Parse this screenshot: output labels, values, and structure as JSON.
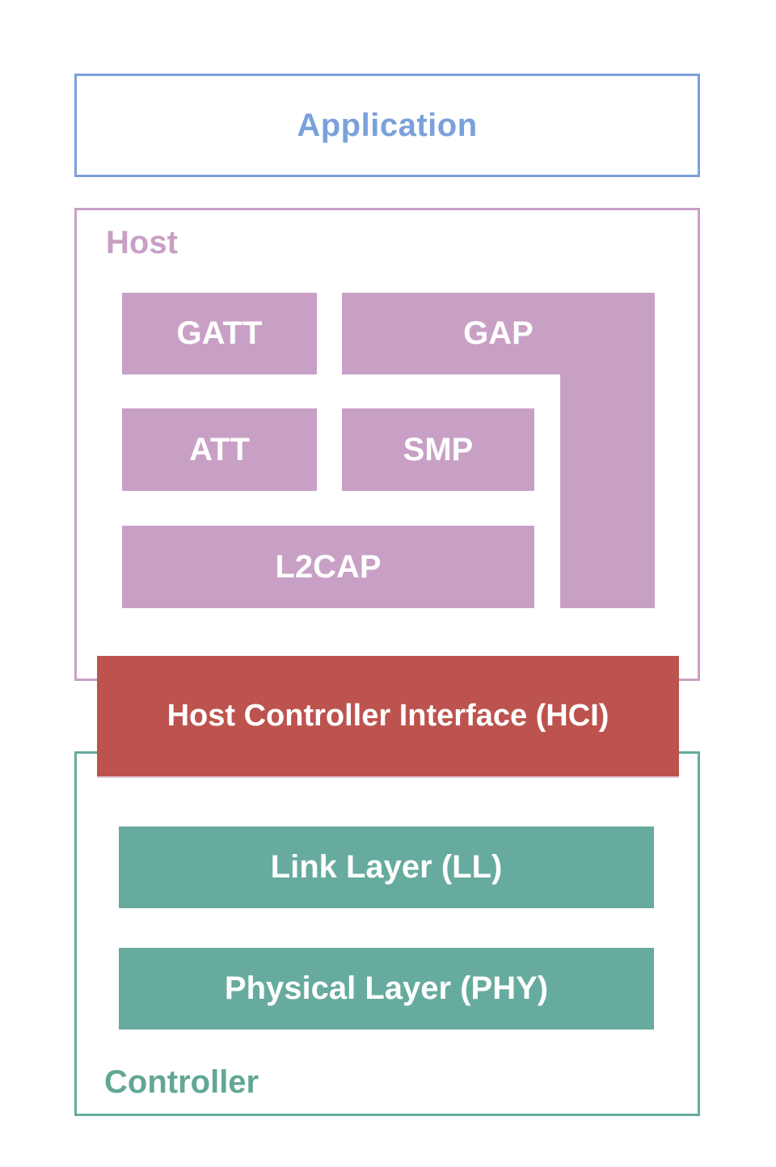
{
  "application": {
    "label": "Application"
  },
  "host": {
    "label": "Host",
    "blocks": {
      "gatt": "GATT",
      "gap": "GAP",
      "att": "ATT",
      "smp": "SMP",
      "l2cap": "L2CAP"
    }
  },
  "hci": {
    "label": "Host Controller Interface (HCI)"
  },
  "controller": {
    "label": "Controller",
    "blocks": {
      "ll": "Link Layer (LL)",
      "phy": "Physical Layer (PHY)"
    }
  },
  "colors": {
    "application_blue": "#7aa1da",
    "host_mauve": "#c9a0c5",
    "hci_red": "#bd534e",
    "controller_teal": "#66ab9e",
    "controller_label_teal": "#62a796",
    "block_text": "#ffffff",
    "background": "#ffffff"
  }
}
